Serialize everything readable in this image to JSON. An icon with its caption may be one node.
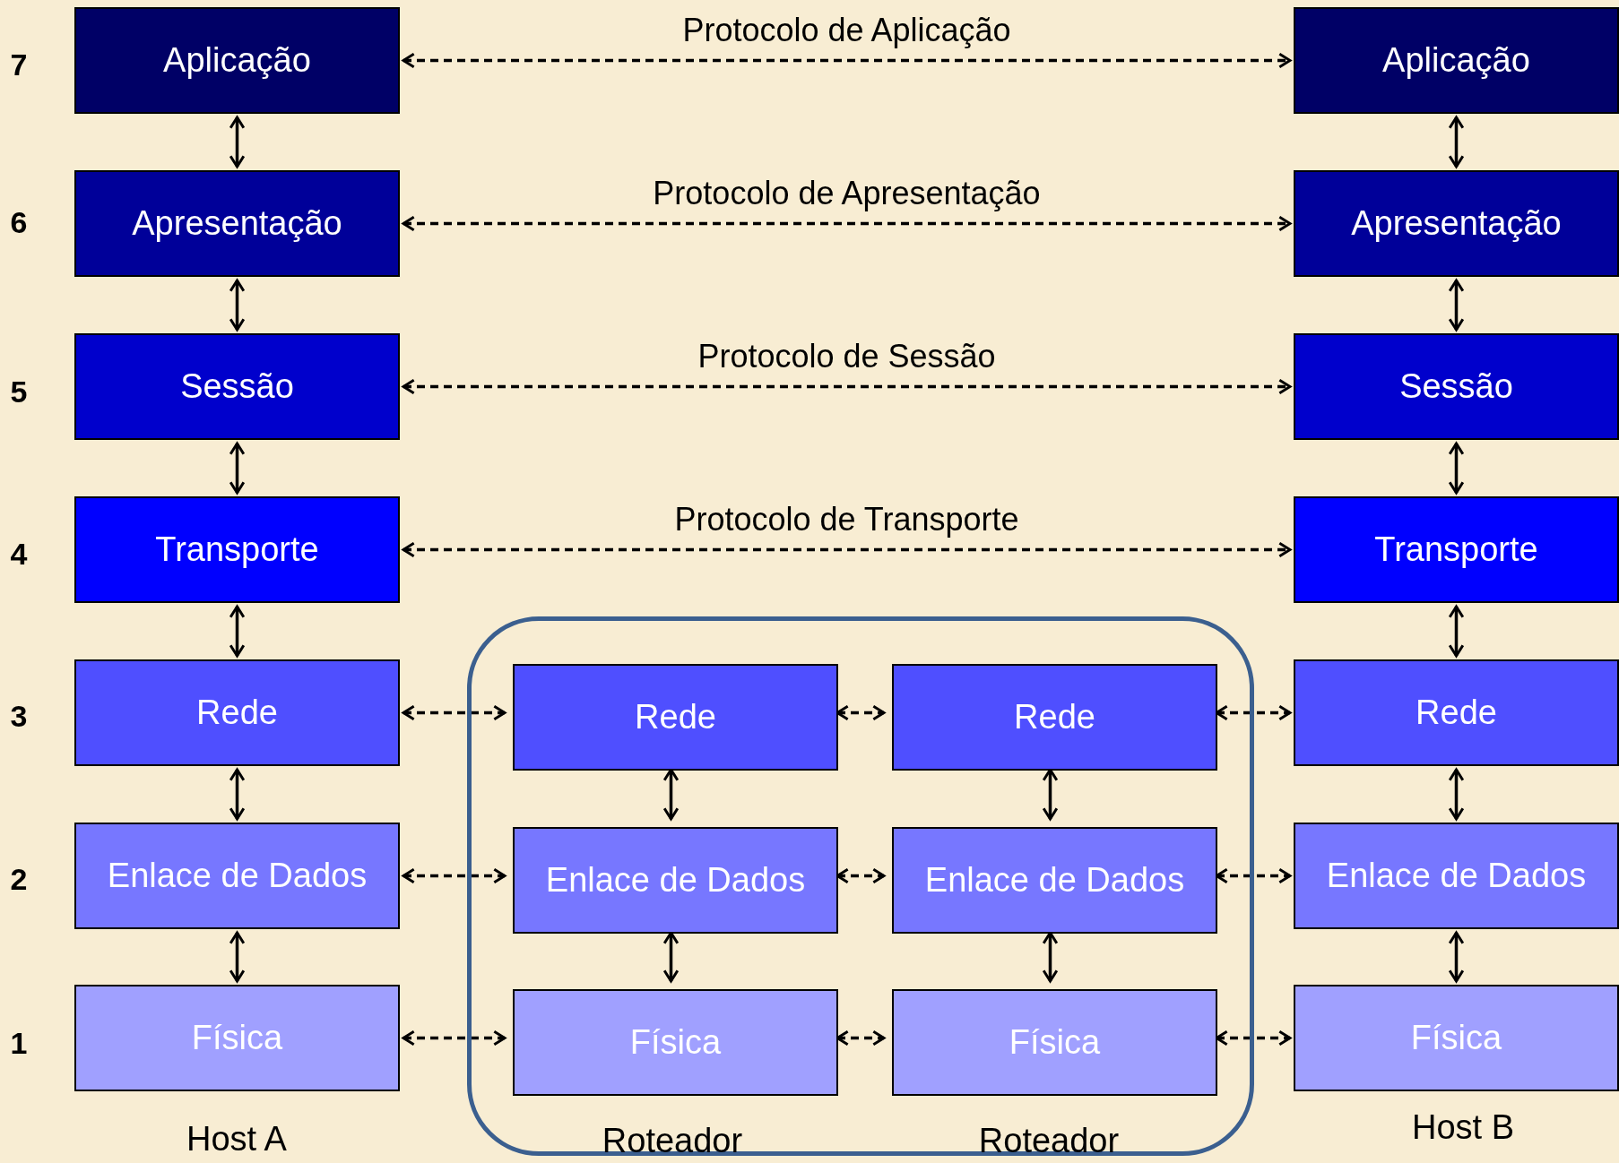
{
  "diagram": {
    "nodes": [
      {
        "text": [
          "Aplicação"
        ]
      },
      {
        "text": [
          "Aplicação"
        ]
      },
      {
        "text": [
          "Apresentação"
        ]
      },
      {
        "text": [
          "Apresentação"
        ]
      },
      {
        "text": [
          "Sessão"
        ]
      },
      {
        "text": [
          "Sessão"
        ]
      },
      {
        "text": [
          "Transporte"
        ]
      },
      {
        "text": [
          "Transporte"
        ]
      },
      {
        "text": [],
        "shape": "box"
      },
      {
        "text": [
          "Rede"
        ]
      },
      {
        "text": [
          "Rede"
        ],
        "in": 8
      },
      {
        "text": [
          "Rede"
        ],
        "in": 8
      },
      {
        "text": [
          "Rede"
        ]
      },
      {
        "text": [
          "Enlace de Dados"
        ]
      },
      {
        "text": [
          "Enlace de Dados"
        ],
        "in": 8
      },
      {
        "text": [
          "Enlace de Dados"
        ],
        "in": 8
      },
      {
        "text": [
          "Enlace de Dados"
        ]
      },
      {
        "text": [
          "Física"
        ]
      },
      {
        "text": [
          "Física"
        ],
        "in": 8
      },
      {
        "text": [
          "Física"
        ],
        "in": 8
      },
      {
        "text": [
          "Física"
        ]
      }
    ],
    "edges": [
      {
        "from": 0,
        "to": 2,
        "arrow": "both"
      },
      {
        "from": 2,
        "to": 4,
        "arrow": "both"
      },
      {
        "from": 4,
        "to": 6,
        "arrow": "both"
      },
      {
        "from": 6,
        "to": 9,
        "arrow": "both"
      },
      {
        "from": 9,
        "to": 13,
        "arrow": "both"
      },
      {
        "from": 13,
        "to": 17,
        "arrow": "both"
      },
      {
        "from": 1,
        "to": 3,
        "arrow": "both"
      },
      {
        "from": 3,
        "to": 5,
        "arrow": "both"
      },
      {
        "from": 5,
        "to": 7,
        "arrow": "both"
      },
      {
        "from": 7,
        "to": 12,
        "arrow": "both"
      },
      {
        "from": 12,
        "to": 16,
        "arrow": "both"
      },
      {
        "from": 16,
        "to": 20,
        "arrow": "both"
      },
      {
        "from": 10,
        "to": 14,
        "arrow": "both"
      },
      {
        "from": 14,
        "to": 18,
        "arrow": "both"
      },
      {
        "from": 11,
        "to": 15,
        "arrow": "both"
      },
      {
        "from": 15,
        "to": 19,
        "arrow": "both"
      },
      {
        "from": 0,
        "to": 1,
        "arrow": "both",
        "style": "dashed",
        "label": "Protocolo de Aplicação"
      },
      {
        "from": 2,
        "to": 3,
        "arrow": "both",
        "style": "dashed",
        "label": "Protocolo de Apresentação"
      },
      {
        "from": 4,
        "to": 5,
        "arrow": "both",
        "style": "dashed",
        "label": "Protocolo de Sessão"
      },
      {
        "from": 6,
        "to": 7,
        "arrow": "both",
        "style": "dashed",
        "label": "Protocolo de Transporte"
      },
      {
        "from": 9,
        "to": 10,
        "arrow": "both",
        "style": "dashed"
      },
      {
        "from": 10,
        "to": 11,
        "arrow": "both",
        "style": "dashed"
      },
      {
        "from": 11,
        "to": 12,
        "arrow": "both",
        "style": "dashed"
      },
      {
        "from": 13,
        "to": 14,
        "arrow": "both",
        "style": "dashed"
      },
      {
        "from": 14,
        "to": 15,
        "arrow": "both",
        "style": "dashed"
      },
      {
        "from": 15,
        "to": 16,
        "arrow": "both",
        "style": "dashed"
      },
      {
        "from": 17,
        "to": 18,
        "arrow": "both",
        "style": "dashed"
      },
      {
        "from": 18,
        "to": 19,
        "arrow": "both",
        "style": "dashed"
      },
      {
        "from": 19,
        "to": 20,
        "arrow": "both",
        "style": "dashed"
      }
    ],
    "labels": [
      "7",
      "6",
      "5",
      "4",
      "3",
      "2",
      "1",
      "Host A",
      "Roteador",
      "Roteador",
      "Host B"
    ]
  }
}
